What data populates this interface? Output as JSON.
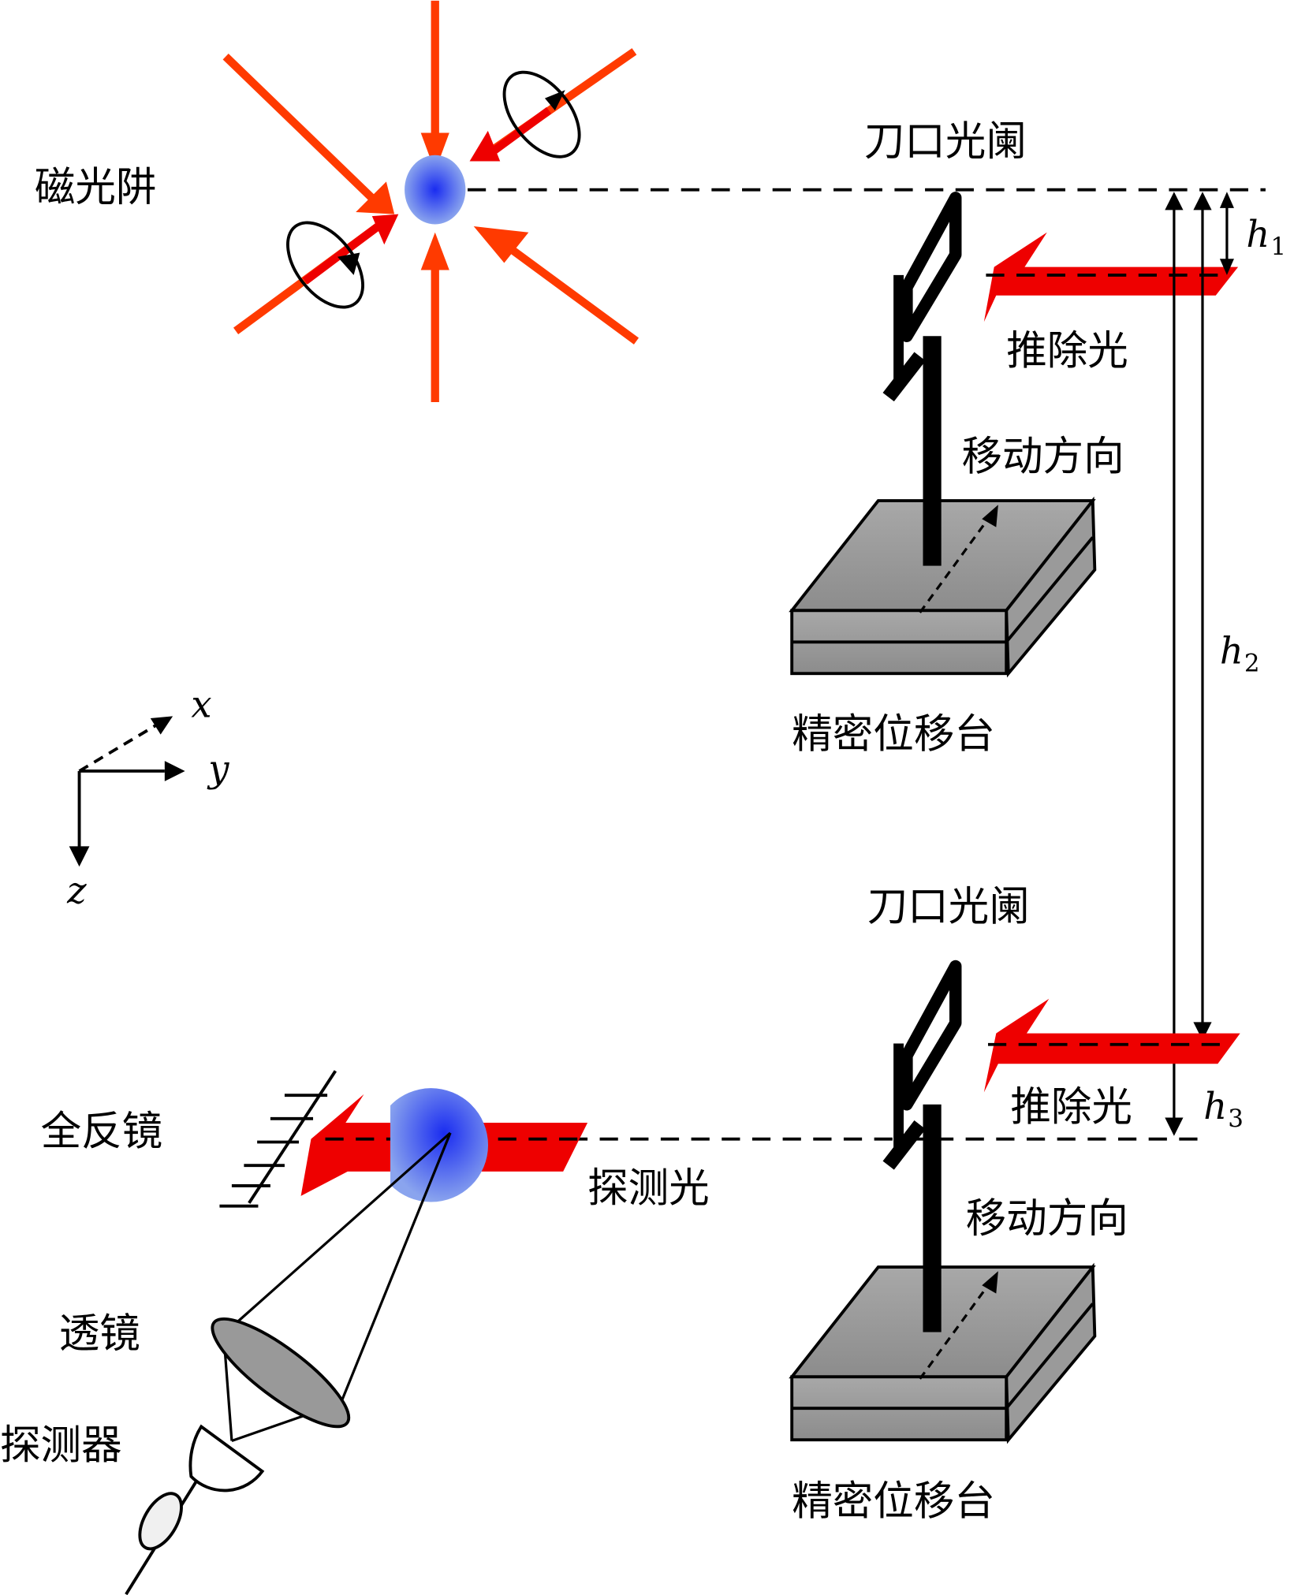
{
  "diagram": {
    "labels": {
      "mot": "磁光阱",
      "knife_edge_top": "刀口光阑",
      "knife_edge_bottom": "刀口光阑",
      "push_light_top": "推除光",
      "push_light_bottom": "推除光",
      "move_dir_top": "移动方向",
      "move_dir_bottom": "移动方向",
      "stage_top": "精密位移台",
      "stage_bottom": "精密位移台",
      "mirror": "全反镜",
      "probe_light": "探测光",
      "lens": "透镜",
      "detector": "探测器"
    },
    "heights": {
      "h1": {
        "base": "h",
        "sub": "1"
      },
      "h2": {
        "base": "h",
        "sub": "2"
      },
      "h3": {
        "base": "h",
        "sub": "3"
      }
    },
    "axes": {
      "x": "x",
      "y": "y",
      "z": "z"
    },
    "colors": {
      "mot_beam": "#ff3a00",
      "circular_beam": "#ee0000",
      "push_beam": "#ee0000",
      "atom_cloud": "#2f4fe8",
      "stage_fill": "#9e9e9e",
      "lens_fill": "#999999"
    }
  }
}
